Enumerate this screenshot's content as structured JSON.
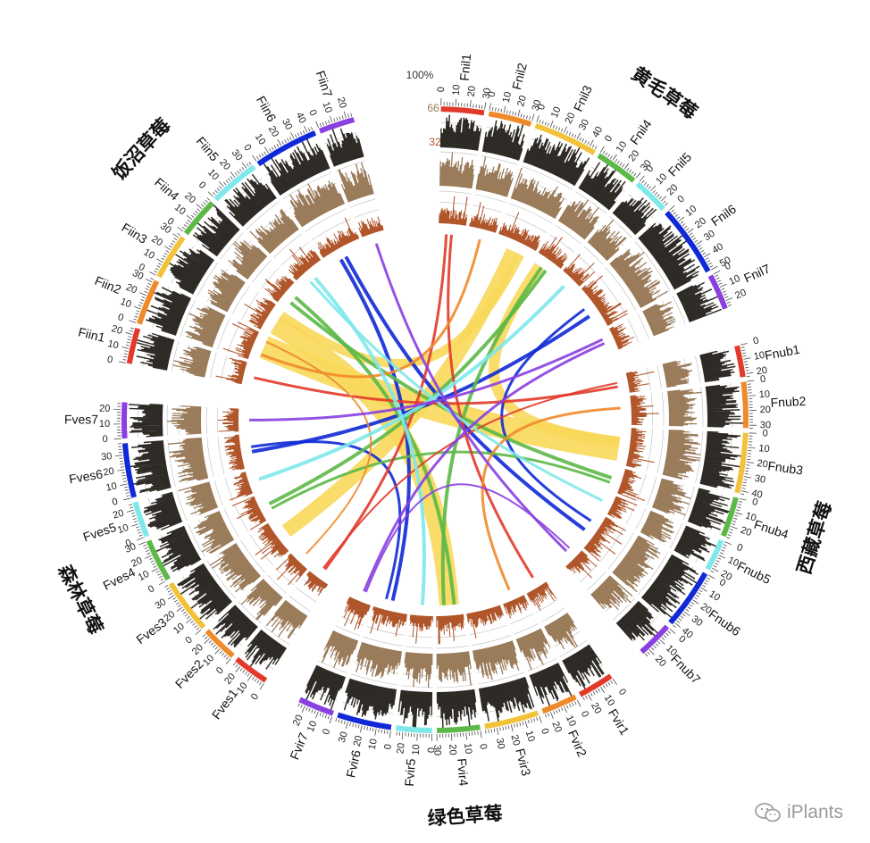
{
  "chart_data": {
    "type": "circos",
    "title": "",
    "species": [
      {
        "name": "黄毛草莓",
        "chromosomes": [
          {
            "name": "Fnil1",
            "length": 30
          },
          {
            "name": "Fnil2",
            "length": 30
          },
          {
            "name": "Fnil3",
            "length": 45
          },
          {
            "name": "Fnil4",
            "length": 30
          },
          {
            "name": "Fnil5",
            "length": 25
          },
          {
            "name": "Fnil6",
            "length": 50
          },
          {
            "name": "Fnil7",
            "length": 25
          }
        ]
      },
      {
        "name": "西藏草莓",
        "chromosomes": [
          {
            "name": "Fnub1",
            "length": 22
          },
          {
            "name": "Fnub2",
            "length": 32
          },
          {
            "name": "Fnub3",
            "length": 42
          },
          {
            "name": "Fnub4",
            "length": 28
          },
          {
            "name": "Fnub5",
            "length": 22
          },
          {
            "name": "Fnub6",
            "length": 42
          },
          {
            "name": "Fnub7",
            "length": 25
          }
        ]
      },
      {
        "name": "绿色草莓",
        "chromosomes": [
          {
            "name": "Fvir1",
            "length": 25
          },
          {
            "name": "Fvir2",
            "length": 25
          },
          {
            "name": "Fvir3",
            "length": 38
          },
          {
            "name": "Fvir4",
            "length": 30
          },
          {
            "name": "Fvir5",
            "length": 25
          },
          {
            "name": "Fvir6",
            "length": 38
          },
          {
            "name": "Fvir7",
            "length": 25
          }
        ]
      },
      {
        "name": "森林草莓",
        "chromosomes": [
          {
            "name": "Fves1",
            "length": 25
          },
          {
            "name": "Fves2",
            "length": 25
          },
          {
            "name": "Fves3",
            "length": 38
          },
          {
            "name": "Fves4",
            "length": 30
          },
          {
            "name": "Fves5",
            "length": 25
          },
          {
            "name": "Fves6",
            "length": 38
          },
          {
            "name": "Fves7",
            "length": 25
          }
        ]
      },
      {
        "name": "饭沼草莓",
        "chromosomes": [
          {
            "name": "Fiin1",
            "length": 25
          },
          {
            "name": "Fiin2",
            "length": 32
          },
          {
            "name": "Fiin3",
            "length": 32
          },
          {
            "name": "Fiin4",
            "length": 28
          },
          {
            "name": "Fiin5",
            "length": 35
          },
          {
            "name": "Fiin6",
            "length": 45
          },
          {
            "name": "Fiin7",
            "length": 25
          }
        ]
      }
    ],
    "chromosome_colors": [
      "#e23a2a",
      "#ef8a2b",
      "#f2c23a",
      "#5cb847",
      "#7ee8ea",
      "#1029d6",
      "#8a3fe0"
    ],
    "tracks": [
      {
        "color": "#2e2a25",
        "label": "100%"
      },
      {
        "color": "#9a7b5a",
        "label": "66"
      },
      {
        "color": "#b0562a",
        "label": "32"
      }
    ],
    "links": [
      {
        "from": [
          "Fiin2",
          0.6
        ],
        "to": [
          "Fnub3",
          0.6
        ],
        "color": "#f8d85a",
        "width": 26
      },
      {
        "from": [
          "Fiin3",
          0.4
        ],
        "to": [
          "Fvir4",
          0.5
        ],
        "color": "#f8d85a",
        "width": 22
      },
      {
        "from": [
          "Fnil3",
          0.5
        ],
        "to": [
          "Fves3",
          0.5
        ],
        "color": "#f8d85a",
        "width": 16
      },
      {
        "from": [
          "Fnil4",
          0.3
        ],
        "to": [
          "Fnub3",
          0.4
        ],
        "color": "#f8d85a",
        "width": 12
      },
      {
        "from": [
          "Fiin3",
          0.8
        ],
        "to": [
          "Fnil3",
          0.7
        ],
        "color": "#f8d85a",
        "width": 10
      },
      {
        "from": [
          "Fiin6",
          0.35
        ],
        "to": [
          "Fvir6",
          0.5
        ],
        "color": "#1029d6",
        "width": 4
      },
      {
        "from": [
          "Fiin6",
          0.5
        ],
        "to": [
          "Fnub6",
          0.6
        ],
        "color": "#1029d6",
        "width": 4
      },
      {
        "from": [
          "Fves6",
          0.45
        ],
        "to": [
          "Fnil6",
          0.6
        ],
        "color": "#1029d6",
        "width": 4
      },
      {
        "from": [
          "Fves6",
          0.6
        ],
        "to": [
          "Fvir6",
          0.7
        ],
        "color": "#1029d6",
        "width": 3
      },
      {
        "from": [
          "Fnil6",
          0.4
        ],
        "to": [
          "Fnub6",
          0.3
        ],
        "color": "#1029d6",
        "width": 3
      },
      {
        "from": [
          "Fiin4",
          0.6
        ],
        "to": [
          "Fvir4",
          0.3
        ],
        "color": "#5cb847",
        "width": 4
      },
      {
        "from": [
          "Fves4",
          0.5
        ],
        "to": [
          "Fnil4",
          0.6
        ],
        "color": "#5cb847",
        "width": 4
      },
      {
        "from": [
          "Fiin4",
          0.3
        ],
        "to": [
          "Fnub4",
          0.5
        ],
        "color": "#5cb847",
        "width": 4
      },
      {
        "from": [
          "Fnil4",
          0.4
        ],
        "to": [
          "Fvir4",
          0.7
        ],
        "color": "#5cb847",
        "width": 4
      },
      {
        "from": [
          "Fves4",
          0.3
        ],
        "to": [
          "Fnub4",
          0.7
        ],
        "color": "#5cb847",
        "width": 3
      },
      {
        "from": [
          "Fiin1",
          0.4
        ],
        "to": [
          "Fnub1",
          0.6
        ],
        "color": "#e23a2a",
        "width": 3
      },
      {
        "from": [
          "Fnil1",
          0.5
        ],
        "to": [
          "Fvir1",
          0.4
        ],
        "color": "#e23a2a",
        "width": 3
      },
      {
        "from": [
          "Fves1",
          0.5
        ],
        "to": [
          "Fnil1",
          0.3
        ],
        "color": "#e23a2a",
        "width": 3
      },
      {
        "from": [
          "Fnub1",
          0.4
        ],
        "to": [
          "Fves1",
          0.6
        ],
        "color": "#e23a2a",
        "width": 2
      },
      {
        "from": [
          "Fiin2",
          0.3
        ],
        "to": [
          "Fnil2",
          0.5
        ],
        "color": "#ef8a2b",
        "width": 3
      },
      {
        "from": [
          "Fvir2",
          0.5
        ],
        "to": [
          "Fnub2",
          0.4
        ],
        "color": "#ef8a2b",
        "width": 3
      },
      {
        "from": [
          "Fves2",
          0.5
        ],
        "to": [
          "Fiin2",
          0.8
        ],
        "color": "#ef8a2b",
        "width": 2
      },
      {
        "from": [
          "Fiin5",
          0.5
        ],
        "to": [
          "Fvir5",
          0.5
        ],
        "color": "#7ee8ea",
        "width": 4
      },
      {
        "from": [
          "Fnil5",
          0.5
        ],
        "to": [
          "Fves5",
          0.5
        ],
        "color": "#7ee8ea",
        "width": 4
      },
      {
        "from": [
          "Fnub5",
          0.5
        ],
        "to": [
          "Fiin5",
          0.3
        ],
        "color": "#7ee8ea",
        "width": 3
      },
      {
        "from": [
          "Fnil7",
          0.5
        ],
        "to": [
          "Fvir7",
          0.5
        ],
        "color": "#8a3fe0",
        "width": 3
      },
      {
        "from": [
          "Fiin7",
          0.5
        ],
        "to": [
          "Fnub7",
          0.5
        ],
        "color": "#8a3fe0",
        "width": 3
      },
      {
        "from": [
          "Fves7",
          0.5
        ],
        "to": [
          "Fnil7",
          0.3
        ],
        "color": "#8a3fe0",
        "width": 3
      },
      {
        "from": [
          "Fvir7",
          0.4
        ],
        "to": [
          "Fnub7",
          0.3
        ],
        "color": "#8a3fe0",
        "width": 2
      }
    ]
  },
  "watermark": {
    "text": "iPlants",
    "icon": "wechat-icon"
  }
}
